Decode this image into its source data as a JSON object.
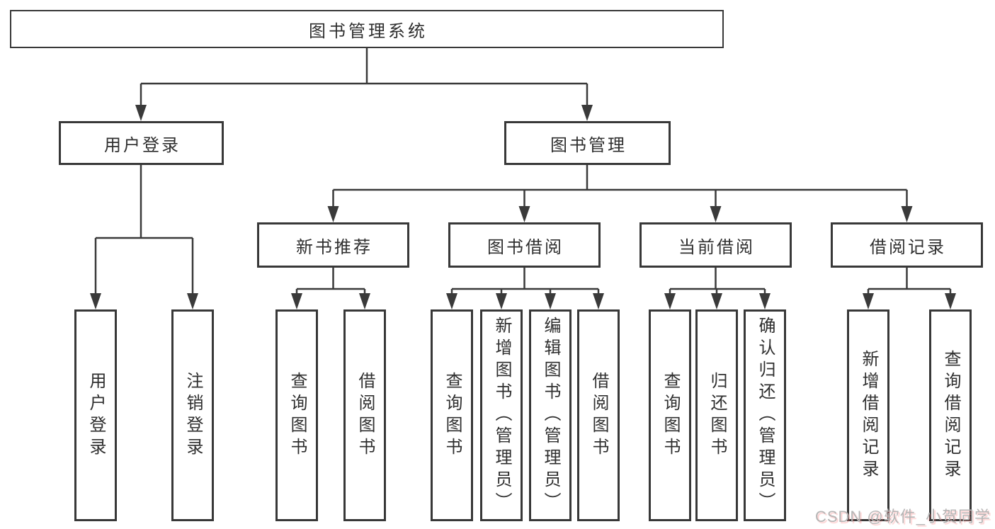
{
  "tree": {
    "label": "图书管理系统",
    "children": [
      {
        "label": "用户登录",
        "children": [
          {
            "label": "用户登录"
          },
          {
            "label": "注销登录"
          }
        ]
      },
      {
        "label": "图书管理",
        "children": [
          {
            "label": "新书推荐",
            "children": [
              {
                "label": "查询图书"
              },
              {
                "label": "借阅图书"
              }
            ]
          },
          {
            "label": "图书借阅",
            "children": [
              {
                "label": "查询图书"
              },
              {
                "label": "新增图书（管理员）"
              },
              {
                "label": "编辑图书（管理员）"
              },
              {
                "label": "借阅图书"
              }
            ]
          },
          {
            "label": "当前借阅",
            "children": [
              {
                "label": "查询图书"
              },
              {
                "label": "归还图书"
              },
              {
                "label": "确认归还（管理员）"
              }
            ]
          },
          {
            "label": "借阅记录",
            "children": [
              {
                "label": "新增借阅记录"
              },
              {
                "label": "查询借阅记录"
              }
            ]
          }
        ]
      }
    ]
  },
  "watermark": {
    "text": "CSDN @软件_小贺同学"
  },
  "colors": {
    "background": "#ffffff",
    "box_border": "#383838",
    "connector_line": "#3a3a3a",
    "text": "#2f2f2f",
    "watermark_text": "#b5b5b5"
  }
}
